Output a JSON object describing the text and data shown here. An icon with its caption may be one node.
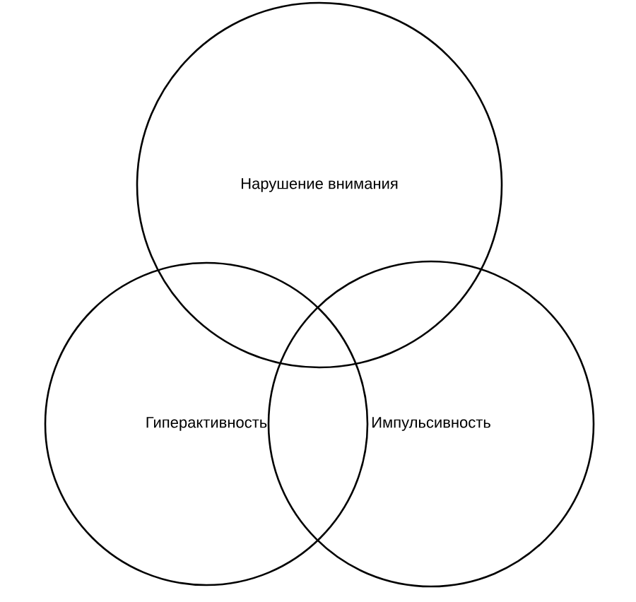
{
  "diagram": {
    "nodes": [
      {
        "text": [
          "Нарушение внимания"
        ]
      },
      {
        "text": [
          "Гиперактивность"
        ]
      },
      {
        "text": [
          "Импульсивность"
        ]
      }
    ]
  }
}
